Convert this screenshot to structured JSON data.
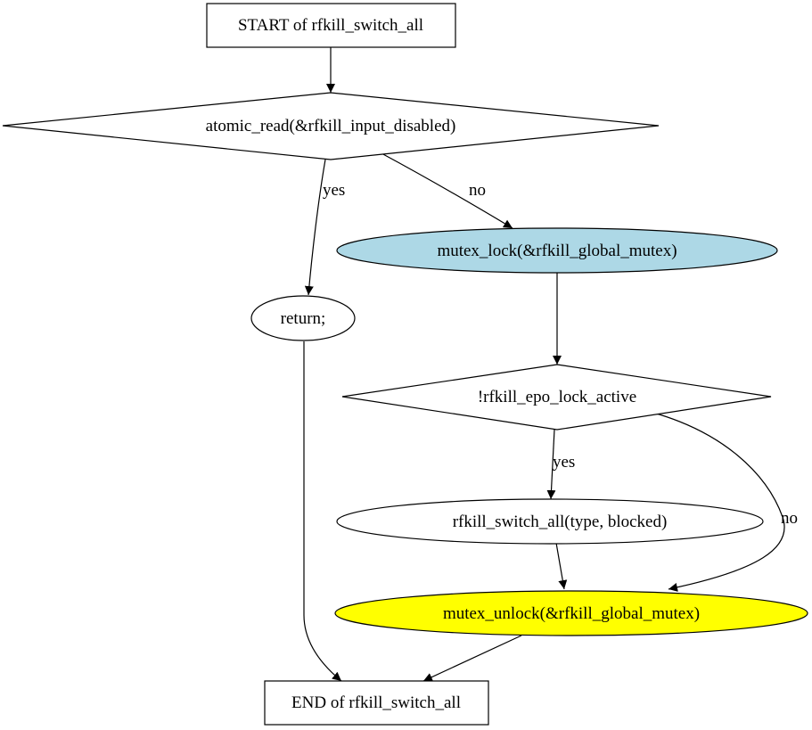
{
  "colors": {
    "background": "#ffffff",
    "stroke": "#000000",
    "node_default_fill": "#ffffff",
    "mutex_lock_fill": "#add8e6",
    "mutex_unlock_fill": "#ffff00"
  },
  "nodes": {
    "start": {
      "label": "START of rfkill_switch_all"
    },
    "check_disabled": {
      "label": "atomic_read(&rfkill_input_disabled)"
    },
    "mutex_lock": {
      "label": "mutex_lock(&rfkill_global_mutex)"
    },
    "return": {
      "label": "return;"
    },
    "check_epo": {
      "label": "!rfkill_epo_lock_active"
    },
    "switch_all": {
      "label": "rfkill_switch_all(type, blocked)"
    },
    "mutex_unlock": {
      "label": "mutex_unlock(&rfkill_global_mutex)"
    },
    "end": {
      "label": "END of rfkill_switch_all"
    }
  },
  "edges": {
    "disabled_yes": {
      "label": "yes"
    },
    "disabled_no": {
      "label": "no"
    },
    "epo_yes": {
      "label": "yes"
    },
    "epo_no": {
      "label": "no"
    }
  }
}
